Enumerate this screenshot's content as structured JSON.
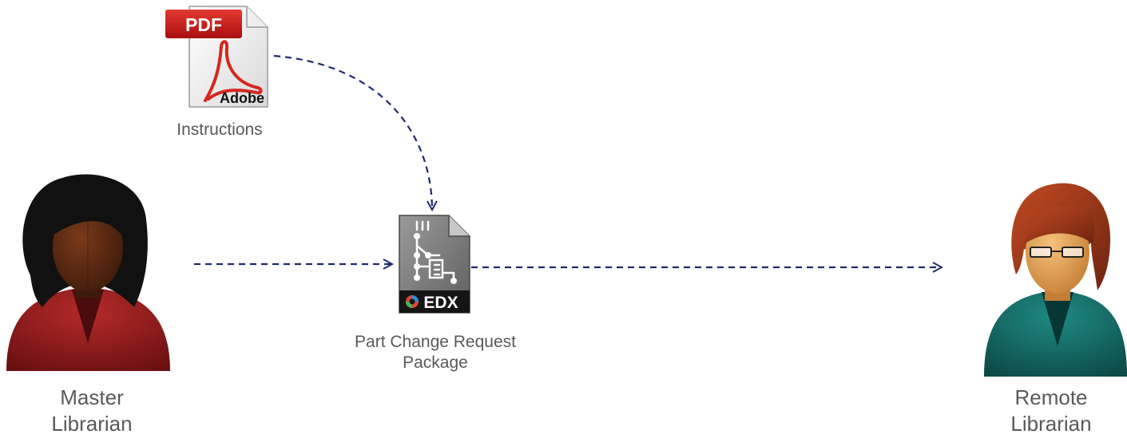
{
  "pdf_icon": {
    "badge_text": "PDF",
    "brand_text": "Adobe",
    "badge_color": "#c41a1a",
    "symbol_color": "#d5271e"
  },
  "edx_icon": {
    "brand_text": "EDX",
    "body_color": "#7a7a7a",
    "band_color": "#151515"
  },
  "labels": {
    "instructions": "Instructions",
    "package_line1": "Part Change Request",
    "package_line2": "Package",
    "master_line1": "Master",
    "master_line2": "Librarian",
    "remote_line1": "Remote",
    "remote_line2": "Librarian"
  },
  "connector_color": "#1f2a6b",
  "people": {
    "master": {
      "shirt_color": "#8e1b1b",
      "skin_color": "#5a2a14",
      "hair_color": "#111111"
    },
    "remote": {
      "shirt_color": "#17706b",
      "skin_color": "#e7a85a",
      "hair_color": "#9a3a1a"
    }
  }
}
